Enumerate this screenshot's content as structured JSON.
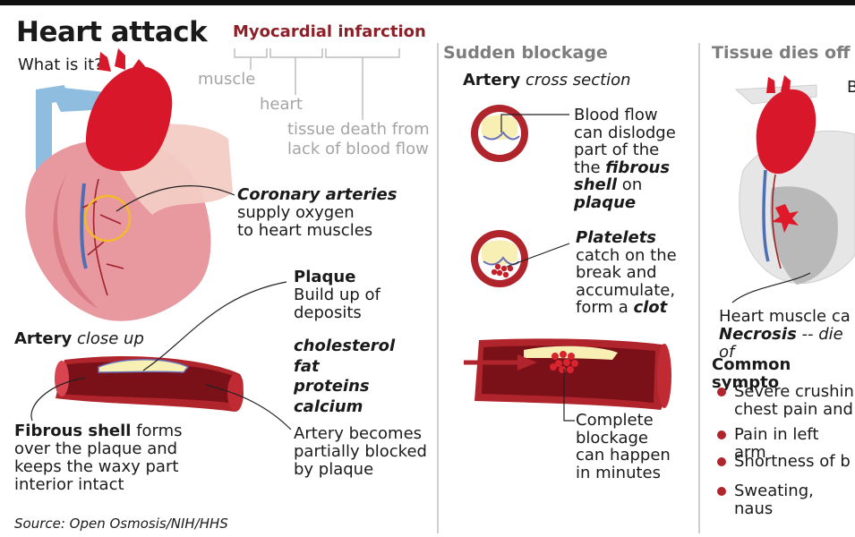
{
  "header": {
    "title": "Heart attack",
    "subtitle": "What is it?",
    "term": "Myocardial infarction",
    "parts": {
      "muscle": "muscle",
      "heart": "heart",
      "death_line1": "tissue death from",
      "death_line2": "lack of blood flow"
    }
  },
  "left": {
    "coronary": {
      "l1": "Coronary arteries",
      "l2": "supply oxygen",
      "l3": "to heart muscles"
    },
    "artery_title": "Artery",
    "artery_suffix": "close up",
    "plaque": {
      "title": "Plaque",
      "l1": "Build up of",
      "l2": "deposits",
      "items": [
        "cholesterol",
        "fat",
        "proteins",
        "calcium"
      ]
    },
    "fibrous": {
      "bold": "Fibrous shell",
      "l1_rest": " forms",
      "l2": "over the plaque and",
      "l3": "keeps the waxy part",
      "l4": "interior intact"
    },
    "blocked": {
      "l1": "Artery becomes",
      "l2": "partially blocked",
      "l3": "by plaque"
    },
    "source": "Source: Open Osmosis/NIH/HHS"
  },
  "middle": {
    "heading": "Sudden blockage",
    "cs_title": "Artery",
    "cs_suffix": "cross section",
    "flow": {
      "l1": "Blood flow",
      "l2": "can dislodge",
      "l3": "part of the",
      "l4a": "the ",
      "l4b": "fibrous",
      "l5a": "shell",
      "l5b": " on",
      "l6": "plaque"
    },
    "platelets": {
      "l1": "Platelets",
      "l2": "catch on the",
      "l3": "break and",
      "l4": "accumulate,",
      "l5a": "form a ",
      "l5b": "clot"
    },
    "complete": {
      "l1": "Complete",
      "l2": "blockage",
      "l3": "can happen",
      "l4": "in minutes"
    }
  },
  "right": {
    "heading": "Tissue dies off",
    "cut_letter": "B",
    "muscle": {
      "l1": "Heart muscle ca",
      "l2a": "Necrosis",
      "l2b": " -- die of"
    },
    "symptoms_title": "Common sympto",
    "symptoms": [
      "Severe crushin",
      "Pain in left arm",
      "Shortness of b",
      "Sweating, naus"
    ],
    "symptom_cont": "chest pain and"
  },
  "colors": {
    "red_dark": "#b0242c",
    "red": "#d4202a",
    "pink": "#e58f97",
    "blue": "#7bafd6",
    "plaque": "#f8efb4",
    "gray": "#a4a4a4"
  }
}
